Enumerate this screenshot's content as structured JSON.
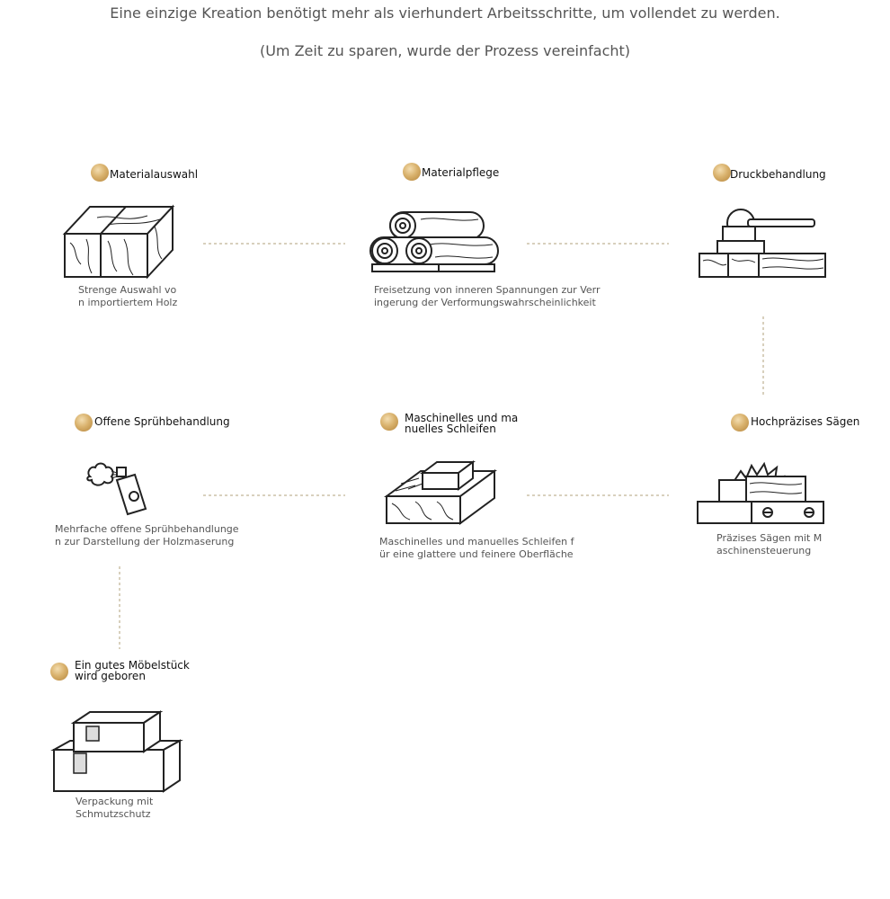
{
  "header": {
    "line1": "Eine einzige Kreation benötigt mehr als vierhundert Arbeitsschritte, um vollendet zu werden.",
    "line2": "(Um Zeit zu sparen, wurde der Prozess vereinfacht)"
  },
  "steps": [
    {
      "title": [
        "Materialauswahl"
      ],
      "desc": [
        "Strenge Auswahl vo",
        "n importiertem Holz"
      ],
      "icon": "wood-block-icon"
    },
    {
      "title": [
        "Materialpflege"
      ],
      "desc": [
        "Freisetzung von inneren Spannungen zur Verr",
        "ingerung der Verformungswahrscheinlichkeit"
      ],
      "icon": "log-pile-icon"
    },
    {
      "title": [
        "Druckbehandlung"
      ],
      "desc": [],
      "icon": "press-clamp-icon"
    },
    {
      "title": [
        "Hochpräzises Sägen"
      ],
      "desc": [
        "Präzises Sägen mit M",
        "aschinensteuerung"
      ],
      "icon": "circular-saw-icon"
    },
    {
      "title": [
        "Maschinelles und ma",
        "nuelles Schleifen"
      ],
      "desc": [
        "Maschinelles und manuelles Schleifen f",
        "ür eine glattere und feinere Oberfläche"
      ],
      "icon": "sanding-block-icon"
    },
    {
      "title": [
        "Offene Sprühbehandlung"
      ],
      "desc": [
        "Mehrfache offene Sprühbehandlunge",
        "n zur Darstellung der Holzmaserung"
      ],
      "icon": "spray-can-icon"
    },
    {
      "title": [
        "Ein gutes Möbelstück",
        " wird geboren"
      ],
      "desc": [
        "Verpackung mit",
        "Schmutzschutz"
      ],
      "icon": "package-boxes-icon"
    }
  ],
  "colors": {
    "accent": "#c9a15a",
    "connector": "#d8d0bd",
    "ink": "#222222"
  }
}
